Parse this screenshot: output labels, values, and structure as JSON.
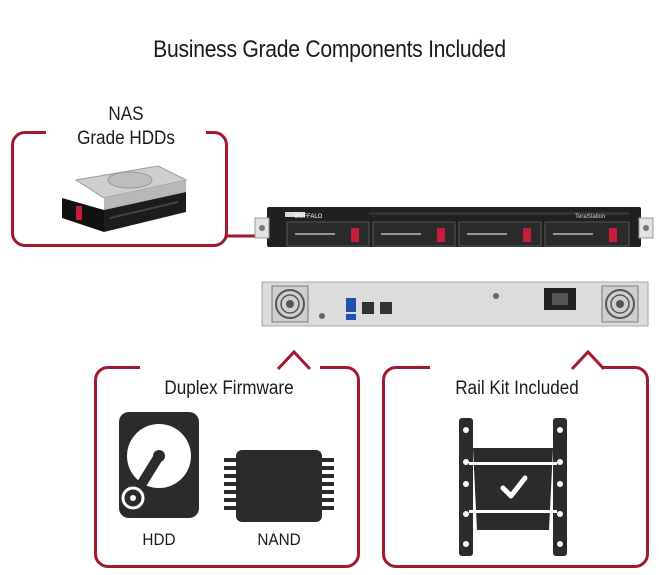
{
  "title": "Business Grade Components Included",
  "callouts": {
    "nas": {
      "line1": "NAS",
      "line2": "Grade HDDs"
    },
    "firmware": {
      "label": "Duplex Firmware",
      "hdd_label": "HDD",
      "nand_label": "NAND"
    },
    "rail": {
      "label": "Rail Kit Included"
    }
  },
  "device": {
    "brand": "BUFFALO",
    "model": "TeraStation"
  },
  "colors": {
    "accent": "#a3182b",
    "icon": "#2b2b2b",
    "chassis": "#dcdcdc"
  },
  "icons": [
    "hdd-icon",
    "nand-chip-icon",
    "rail-kit-icon",
    "checkmark-icon",
    "power-socket-icon",
    "fan-icon",
    "usb-port-icon",
    "ethernet-port-icon"
  ]
}
